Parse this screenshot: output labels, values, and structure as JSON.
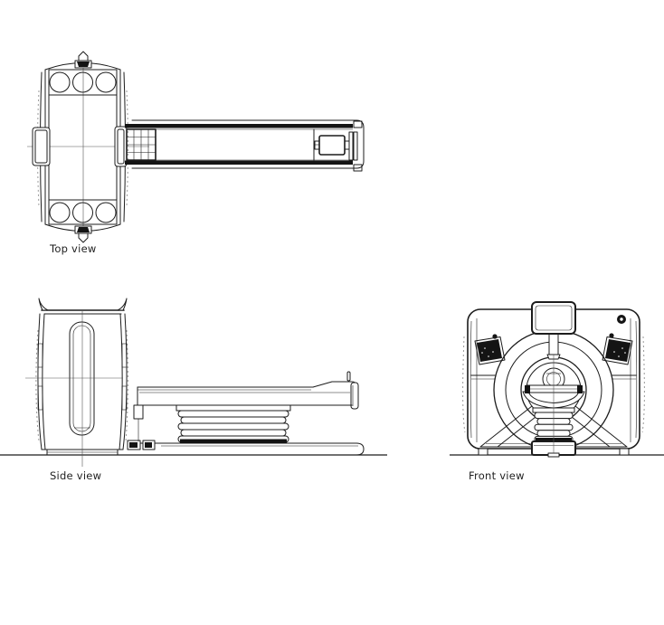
{
  "subject": "Medical CT scanner - three-view technical line drawing",
  "views": {
    "top": {
      "label": "Top view"
    },
    "side": {
      "label": "Side view"
    },
    "front": {
      "label": "Front view"
    }
  },
  "colors": {
    "line": "#1c1c1c",
    "shade": "#9a9a9a",
    "fill_dark": "#141414",
    "background": "#ffffff",
    "label_text": "#1f1f1f"
  }
}
